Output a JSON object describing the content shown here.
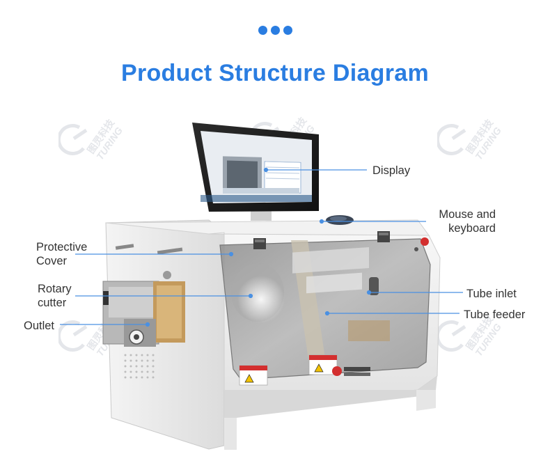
{
  "header": {
    "title": "Product Structure Diagram"
  },
  "watermark": {
    "brand_cn": "图灵科技",
    "brand_en": "TURING"
  },
  "labels": {
    "display": "Display",
    "mouse_line1": "Mouse and",
    "mouse_line2": "keyboard",
    "protective_line1": "Protective",
    "protective_line2": "Cover",
    "rotary_line1": "Rotary",
    "rotary_line2": "cutter",
    "outlet": "Outlet",
    "tube_inlet": "Tube inlet",
    "tube_feeder": "Tube feeder"
  },
  "colors": {
    "accent": "#2a7de1",
    "line": "#4a90e2",
    "text": "#333333"
  }
}
